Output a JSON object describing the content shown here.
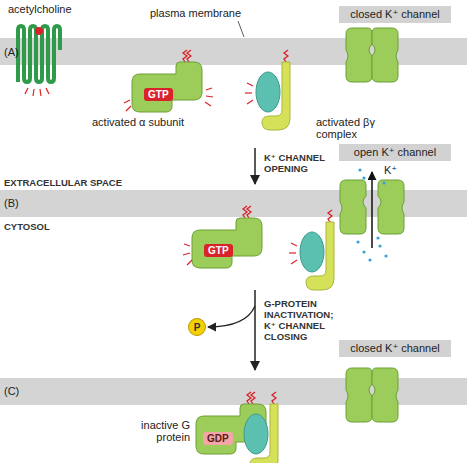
{
  "diagram": {
    "nodes": [
      {
        "text": [
          "closed K⁺ channel"
        ]
      },
      {
        "text": [
          "GTP"
        ]
      },
      {
        "text": [
          "open K⁺ channel"
        ]
      },
      {
        "text": [
          "GTP"
        ]
      },
      {
        "text": [
          "P"
        ]
      },
      {
        "text": [
          "closed K⁺ channel"
        ]
      },
      {
        "text": [
          "GDP"
        ]
      }
    ],
    "labels": [
      "acetylcholine",
      "plasma membrane",
      "(A)",
      "activated α subunit",
      "activated βγ complex",
      "K⁺ CHANNEL OPENING",
      "EXTRACELLULAR SPACE",
      "K⁺",
      "(B)",
      "CYTOSOL",
      "G-PROTEIN INACTIVATION; K⁺ CHANNEL CLOSING",
      "(C)",
      "inactive G protein"
    ]
  }
}
